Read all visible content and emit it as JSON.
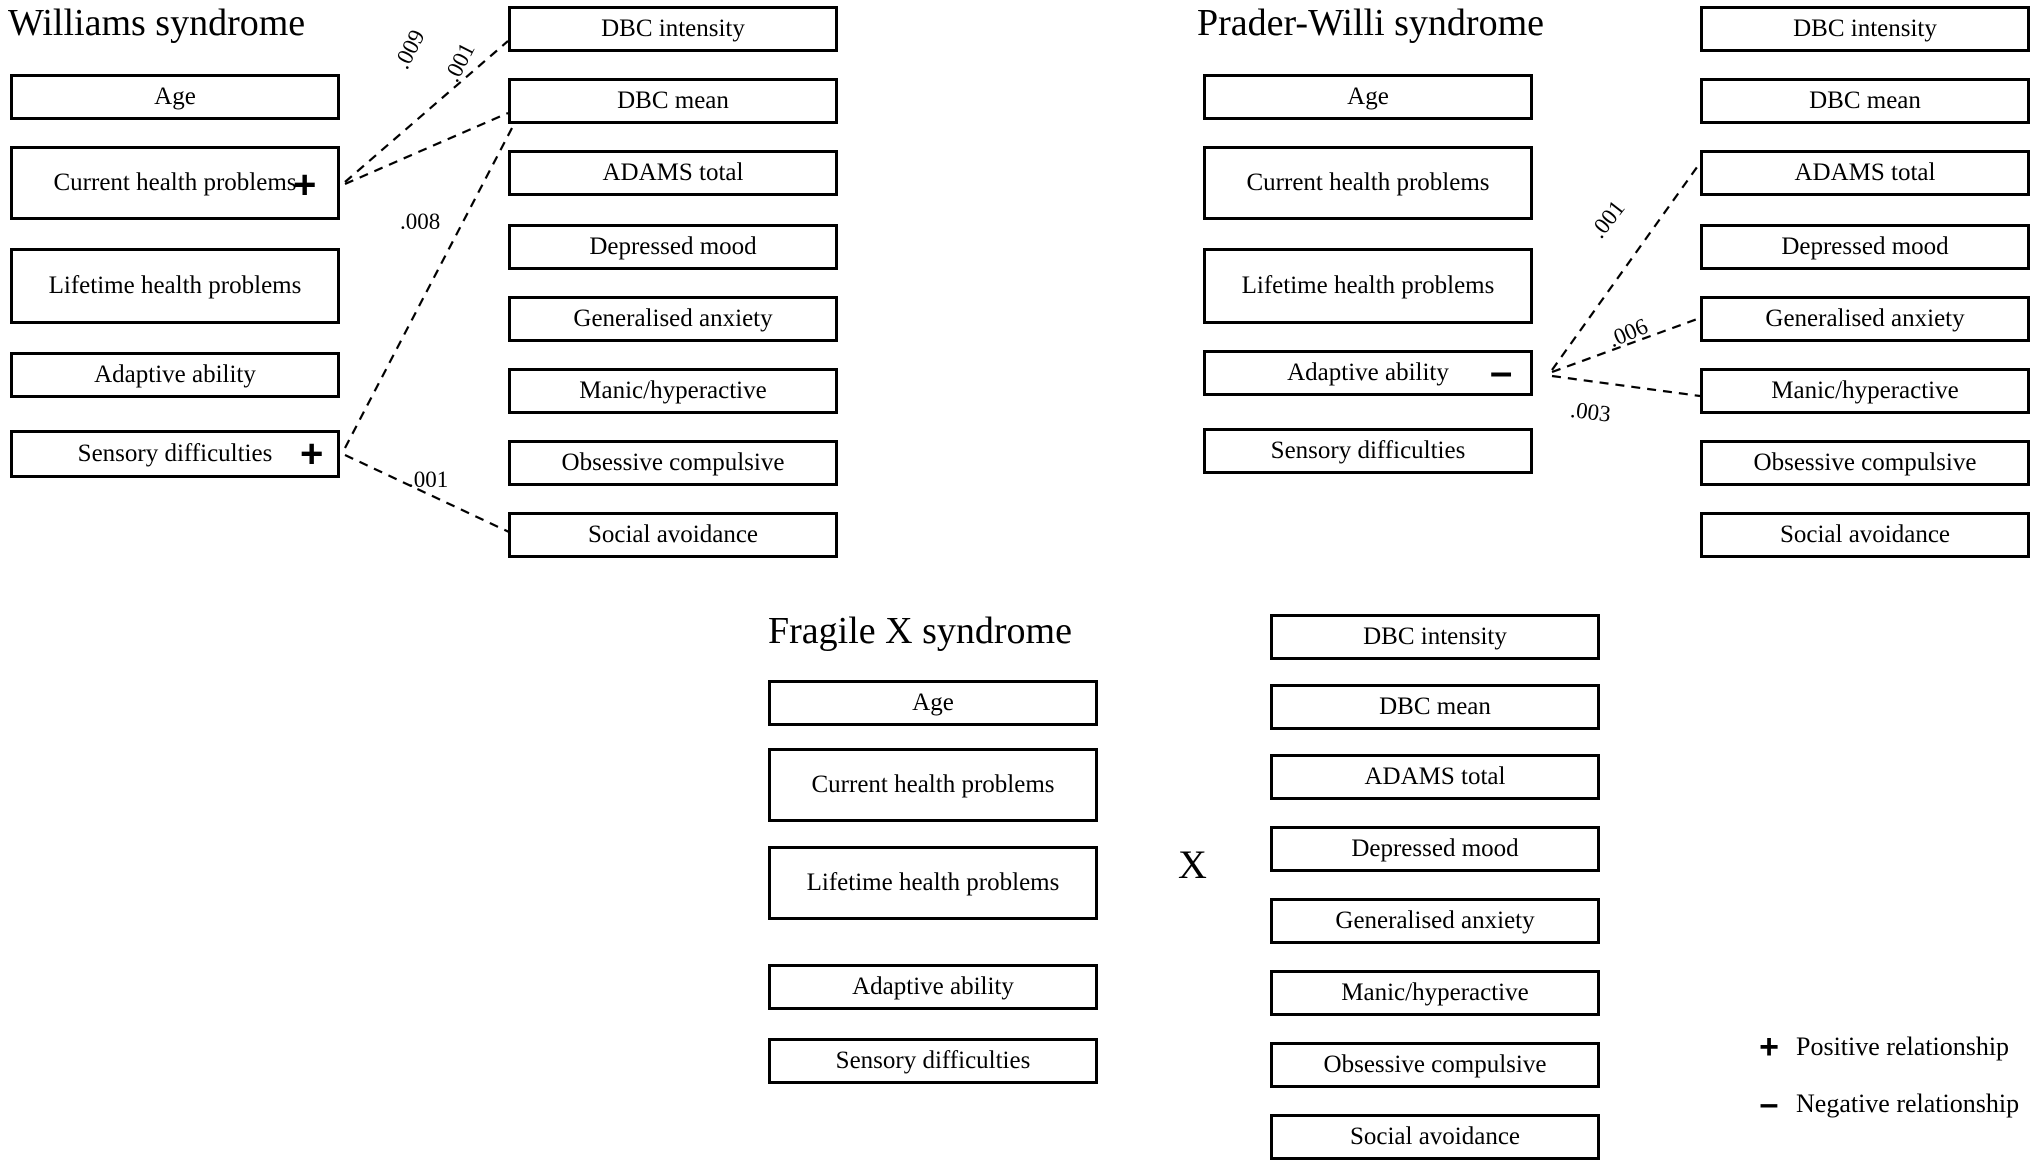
{
  "figure": {
    "type": "relationship-diagram",
    "description": "Three syndrome panels showing significant relationships between predictor variables and outcome measures"
  },
  "panels": [
    {
      "key": "williams",
      "title": "Williams syndrome",
      "predictors": [
        {
          "label": "Age",
          "sign": ""
        },
        {
          "label": "Current health problems",
          "sign": "+"
        },
        {
          "label": "Lifetime health problems",
          "sign": ""
        },
        {
          "label": "Adaptive ability",
          "sign": ""
        },
        {
          "label": "Sensory difficulties",
          "sign": "+"
        }
      ],
      "outcomes": [
        "DBC intensity",
        "DBC mean",
        "ADAMS total",
        "Depressed mood",
        "Generalised anxiety",
        "Manic/hyperactive",
        "Obsessive compulsive",
        "Social avoidance"
      ],
      "links": [
        {
          "from": "Current health problems",
          "to": "DBC intensity",
          "p": ".009"
        },
        {
          "from": "Current health problems",
          "to": "DBC mean",
          "p": ".001"
        },
        {
          "from": "Sensory difficulties",
          "to": "DBC mean",
          "p": ".008"
        },
        {
          "from": "Sensory difficulties",
          "to": "Social avoidance",
          "p": ".001"
        }
      ],
      "no_relationship": false
    },
    {
      "key": "prader-willi",
      "title": "Prader-Willi syndrome",
      "predictors": [
        {
          "label": "Age",
          "sign": ""
        },
        {
          "label": "Current health problems",
          "sign": ""
        },
        {
          "label": "Lifetime health problems",
          "sign": ""
        },
        {
          "label": "Adaptive ability",
          "sign": "–"
        },
        {
          "label": "Sensory difficulties",
          "sign": ""
        }
      ],
      "outcomes": [
        "DBC intensity",
        "DBC mean",
        "ADAMS total",
        "Depressed mood",
        "Generalised anxiety",
        "Manic/hyperactive",
        "Obsessive compulsive",
        "Social avoidance"
      ],
      "links": [
        {
          "from": "Adaptive ability",
          "to": "ADAMS total",
          "p": ".001"
        },
        {
          "from": "Adaptive ability",
          "to": "Generalised anxiety",
          "p": ".006"
        },
        {
          "from": "Adaptive ability",
          "to": "Manic/hyperactive",
          "p": ".003"
        }
      ],
      "no_relationship": false
    },
    {
      "key": "fragile-x",
      "title": "Fragile X syndrome",
      "predictors": [
        {
          "label": "Age",
          "sign": ""
        },
        {
          "label": "Current health problems",
          "sign": ""
        },
        {
          "label": "Lifetime health problems",
          "sign": ""
        },
        {
          "label": "Adaptive ability",
          "sign": ""
        },
        {
          "label": "Sensory difficulties",
          "sign": ""
        }
      ],
      "outcomes": [
        "DBC intensity",
        "DBC mean",
        "ADAMS total",
        "Depressed mood",
        "Generalised anxiety",
        "Manic/hyperactive",
        "Obsessive compulsive",
        "Social avoidance"
      ],
      "links": [],
      "no_relationship": true,
      "no_relationship_mark": "X"
    }
  ],
  "legend": {
    "items": [
      {
        "symbol": "+",
        "text": "Positive relationship"
      },
      {
        "symbol": "–",
        "text": "Negative relationship"
      }
    ]
  },
  "colors": {
    "background": "#ffffff",
    "stroke": "#000000",
    "text": "#000000"
  }
}
